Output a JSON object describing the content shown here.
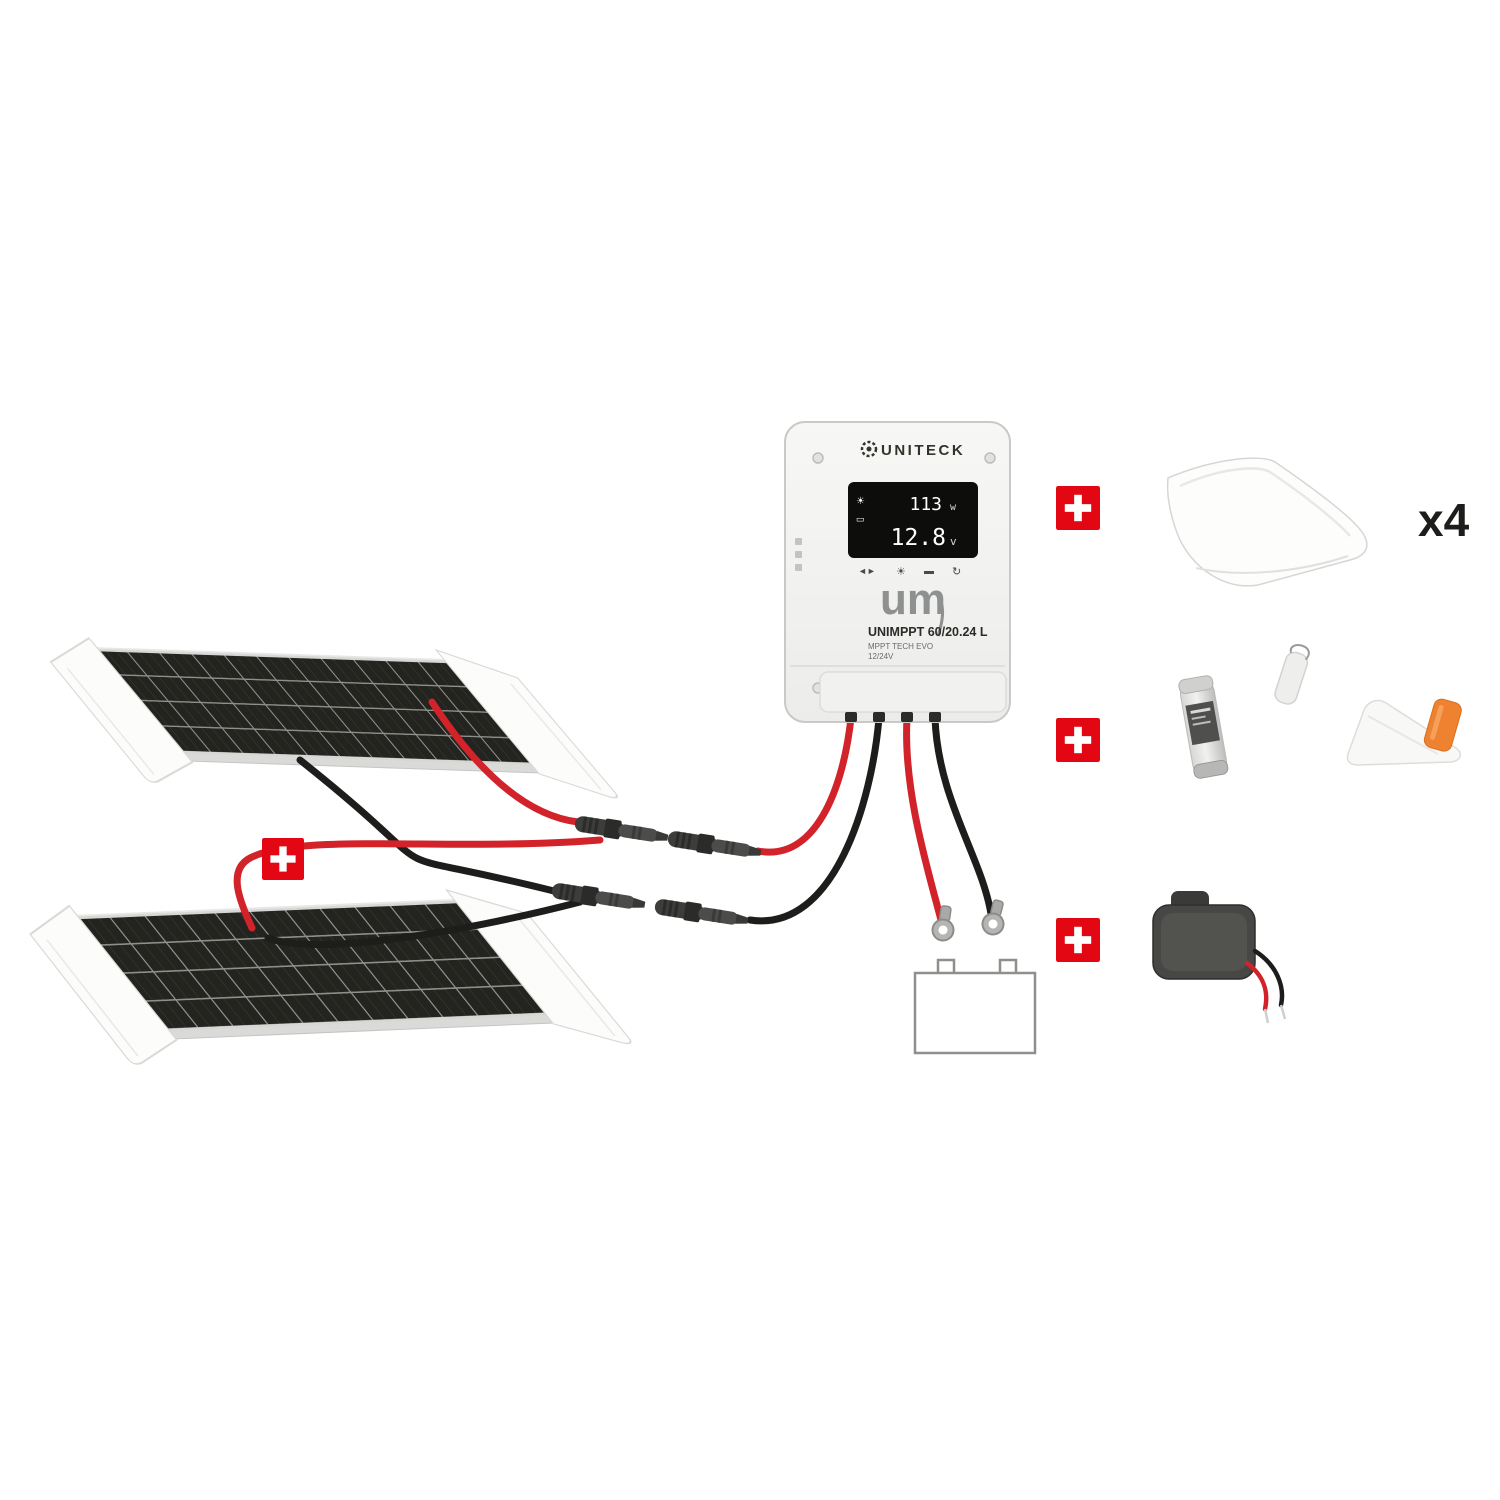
{
  "controller": {
    "brand": "UNITECK",
    "logo": "um",
    "model": "UNIMPPT 60/20.24 L",
    "line2": "MPPT TECH EVO",
    "line3": "12/24V",
    "display": {
      "power_value": "113",
      "power_unit": "w",
      "volt_value": "12.8",
      "volt_unit": "v"
    }
  },
  "labels": {
    "bracket_qty": "x4"
  },
  "icons": {
    "display_sun": "☀",
    "display_batt": "▭",
    "btn_arrows": "◄►",
    "btn_sun": "☀",
    "btn_batt": "▬",
    "btn_return": "↻"
  },
  "colors": {
    "plus_red": "#e30613",
    "cable_red": "#d2232a",
    "cable_black": "#1d1d1b",
    "orange": "#ef8230"
  }
}
